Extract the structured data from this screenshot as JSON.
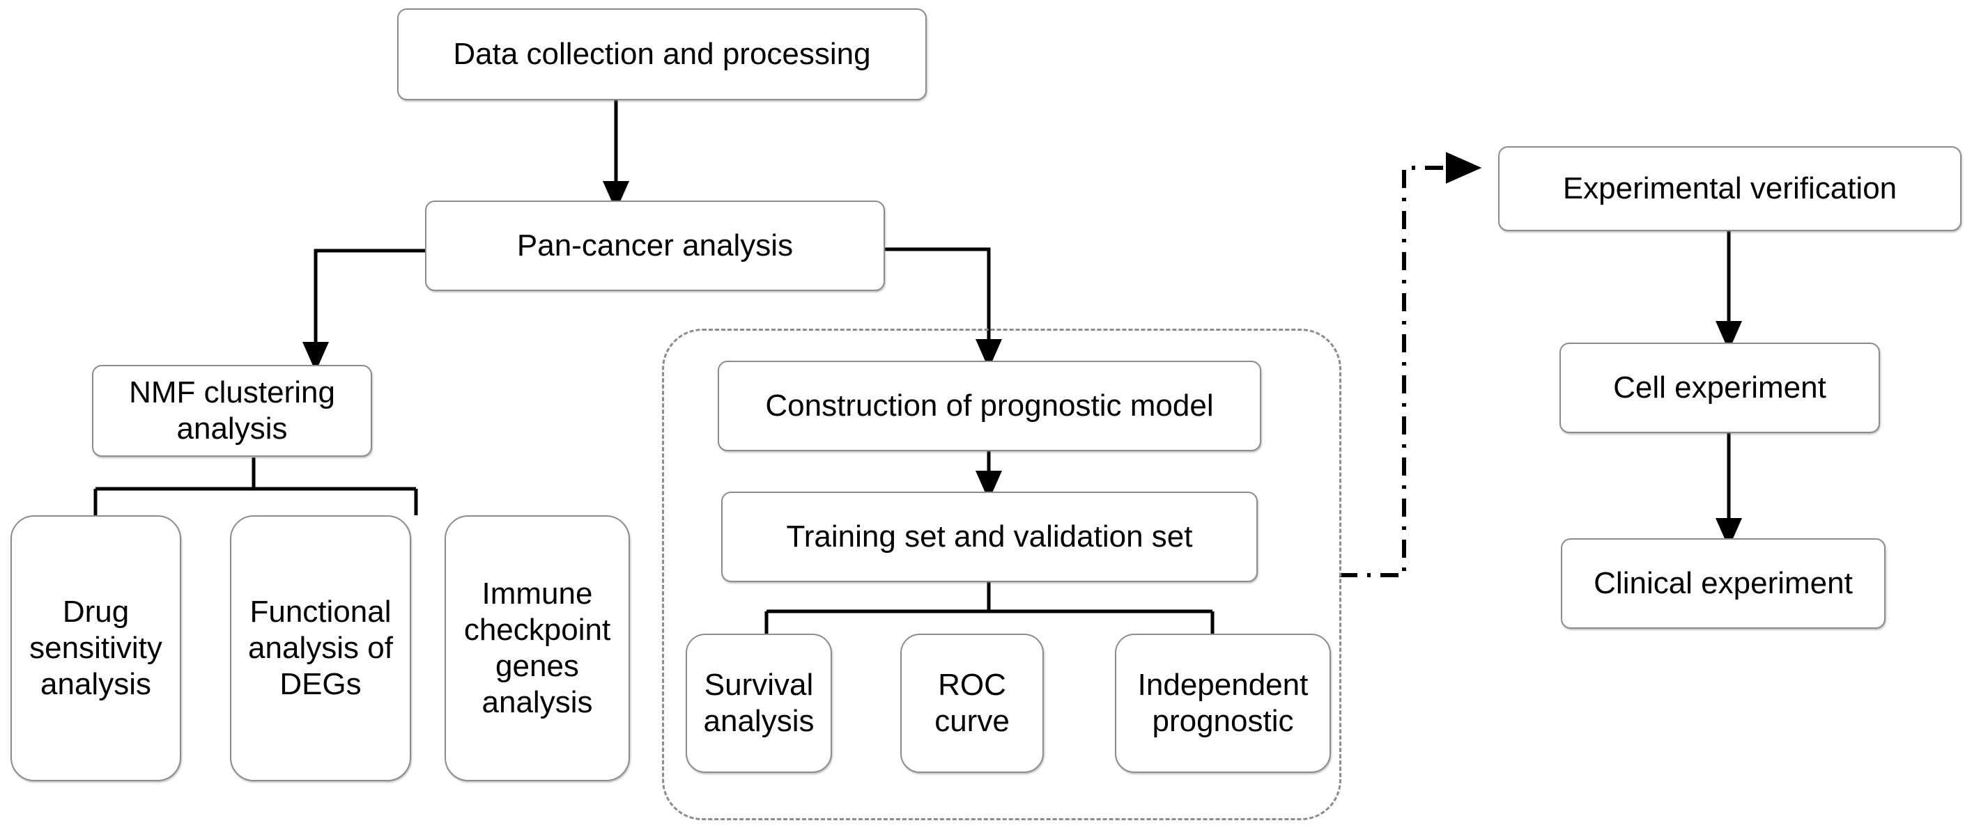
{
  "diagram": {
    "title_text": "",
    "colors": {
      "node_border": "#8c8c8c",
      "group_border": "#8c8c8c",
      "connector": "#000000",
      "text": "#000000",
      "background": "#ffffff"
    },
    "nodes": {
      "data_collection": "Data collection and processing",
      "pan_cancer": "Pan-cancer analysis",
      "nmf_clustering": "NMF clustering analysis",
      "drug_sensitivity": "Drug sensitivity analysis",
      "functional_analysis": "Functional analysis of DEGs",
      "immune_checkpoint": "Immune checkpoint genes analysis",
      "construction_model": "Construction of prognostic model",
      "training_validation": "Training set and validation set",
      "survival_analysis": "Survival analysis",
      "roc_curve": "ROC curve",
      "independent_prognostic": "Independent prognostic",
      "experimental_verification": "Experimental verification",
      "cell_experiment": "Cell experiment",
      "clinical_experiment": "Clinical experiment"
    },
    "group_label": "",
    "edges": [
      {
        "from": "data_collection",
        "to": "pan_cancer",
        "style": "solid-arrow"
      },
      {
        "from": "pan_cancer",
        "to": "nmf_clustering",
        "style": "solid-arrow"
      },
      {
        "from": "pan_cancer",
        "to": "construction_model",
        "style": "solid-arrow"
      },
      {
        "from": "nmf_clustering",
        "to": "drug_sensitivity",
        "style": "solid-bracket"
      },
      {
        "from": "nmf_clustering",
        "to": "functional_analysis",
        "style": "solid-bracket"
      },
      {
        "from": "nmf_clustering",
        "to": "immune_checkpoint",
        "style": "solid-bracket"
      },
      {
        "from": "construction_model",
        "to": "training_validation",
        "style": "solid-arrow"
      },
      {
        "from": "training_validation",
        "to": "survival_analysis",
        "style": "solid-bracket"
      },
      {
        "from": "training_validation",
        "to": "roc_curve",
        "style": "solid-bracket"
      },
      {
        "from": "training_validation",
        "to": "independent_prognostic",
        "style": "solid-bracket"
      },
      {
        "from": "prognostic_group",
        "to": "experimental_verification",
        "style": "dash-dot-arrow"
      },
      {
        "from": "experimental_verification",
        "to": "cell_experiment",
        "style": "solid-arrow"
      },
      {
        "from": "cell_experiment",
        "to": "clinical_experiment",
        "style": "solid-arrow"
      }
    ]
  }
}
